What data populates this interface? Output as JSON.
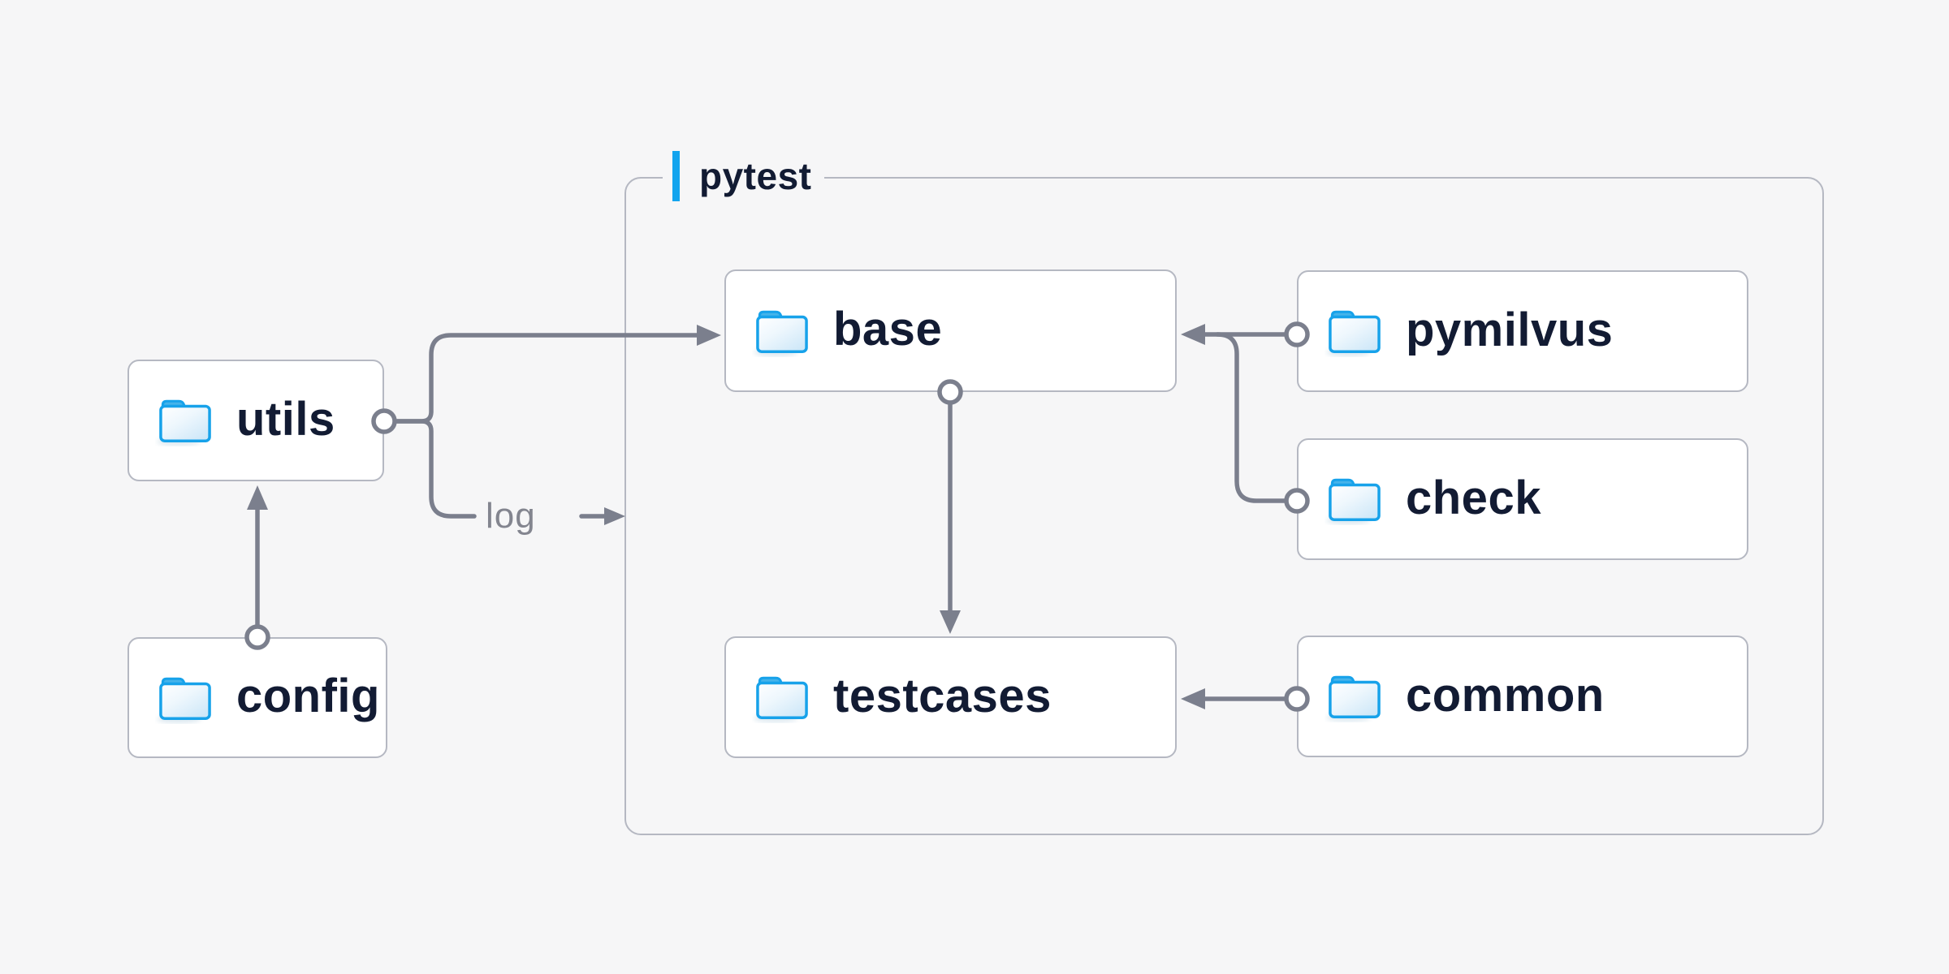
{
  "diagram": {
    "kind": "folder-architecture-diagram",
    "group": {
      "label": "pytest",
      "children": [
        "base",
        "pymilvus",
        "check",
        "testcases",
        "common"
      ]
    },
    "nodes": {
      "utils": {
        "label": "utils",
        "icon": "folder-icon"
      },
      "config": {
        "label": "config",
        "icon": "folder-icon"
      },
      "base": {
        "label": "base",
        "icon": "folder-icon"
      },
      "pymilvus": {
        "label": "pymilvus",
        "icon": "folder-icon"
      },
      "check": {
        "label": "check",
        "icon": "folder-icon"
      },
      "testcases": {
        "label": "testcases",
        "icon": "folder-icon"
      },
      "common": {
        "label": "common",
        "icon": "folder-icon"
      }
    },
    "edges": {
      "log_label": "log",
      "list": [
        {
          "from": "config",
          "to": "utils",
          "type": "arrow"
        },
        {
          "from": "utils",
          "to": "base",
          "type": "arrow"
        },
        {
          "from": "utils",
          "to": "pytest",
          "type": "arrow",
          "label": "log"
        },
        {
          "from": "pymilvus",
          "to": "base",
          "type": "arrow"
        },
        {
          "from": "check",
          "to": "base",
          "type": "arrow"
        },
        {
          "from": "base",
          "to": "testcases",
          "type": "arrow"
        },
        {
          "from": "common",
          "to": "testcases",
          "type": "arrow"
        }
      ]
    }
  },
  "colors": {
    "background": "#f6f6f7",
    "node_fill": "#ffffff",
    "node_border": "#b5b8c2",
    "text": "#121b33",
    "connector": "#7b7f8d",
    "muted_label": "#83858f",
    "accent_blue": "#12a4ee",
    "folder_blue": "#17a2ea"
  }
}
